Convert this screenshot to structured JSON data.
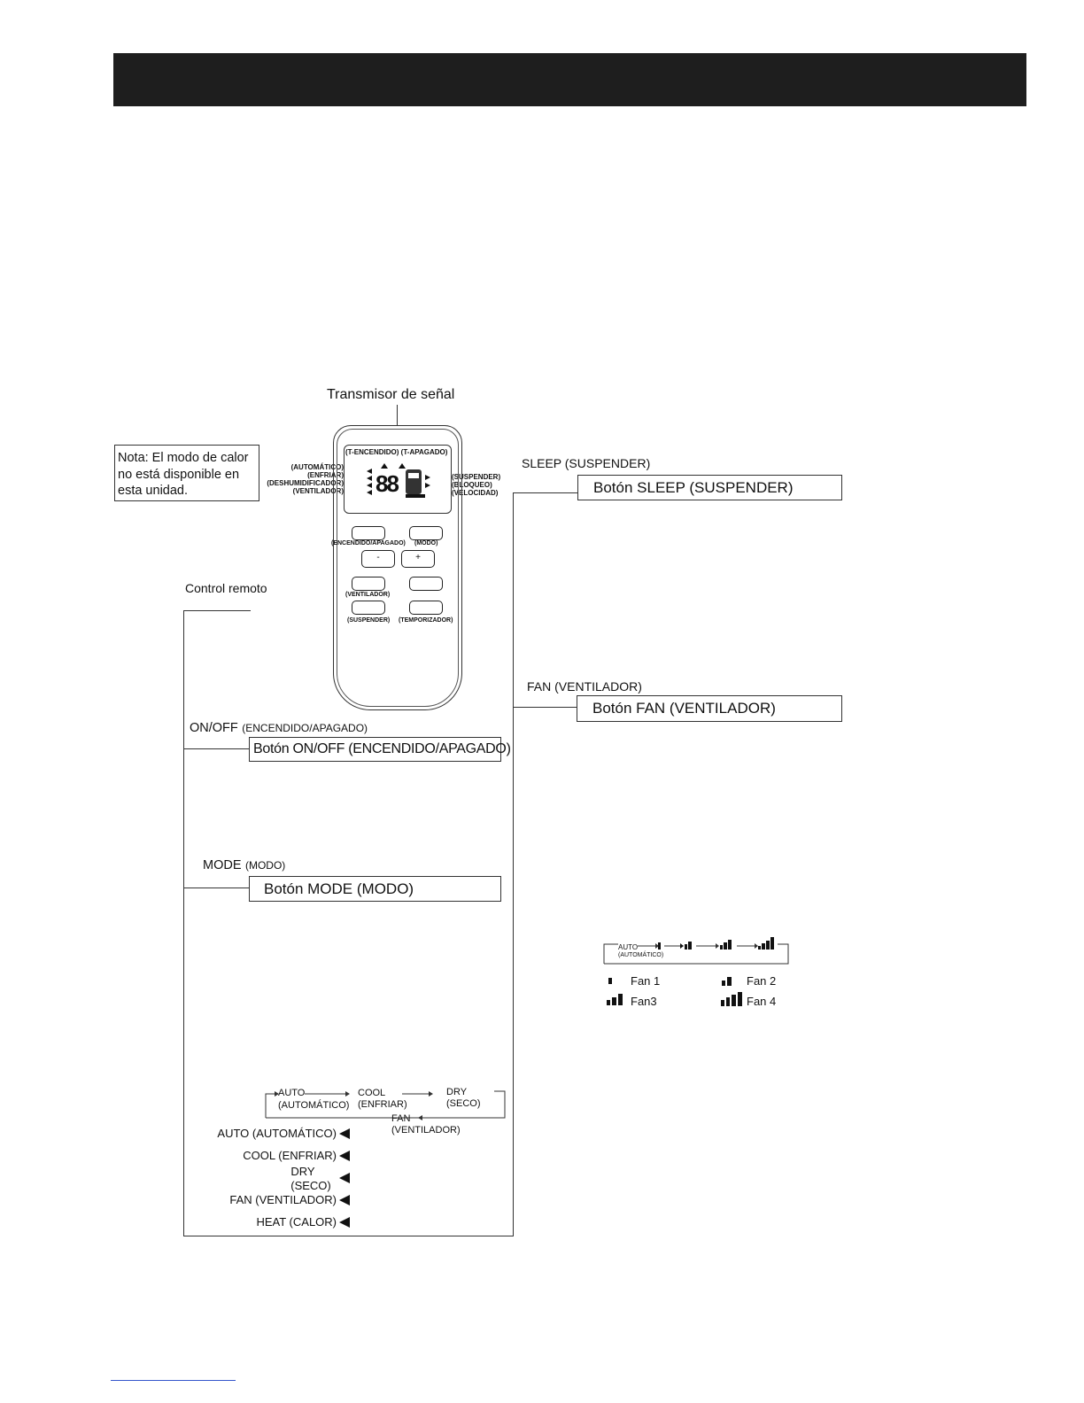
{
  "transmitter_label": "Transmisor de señal",
  "note": [
    "Nota: El modo de calor",
    "no está disponible en",
    "esta unidad."
  ],
  "remote_label": "Control remoto",
  "lcd_top_labels": "(T-ENCENDIDO) (T-APAGADO)",
  "lcd_left_labels": [
    "(AUTOMÁTICO)",
    "(ENFRIAR)",
    "(DESHUMIDIFICADOR)",
    "(VENTILADOR)"
  ],
  "lcd_right_labels": [
    "(SUSPENDER)",
    "(BLOQUEO)",
    "(VELOCIDAD)"
  ],
  "lcd_digits": "88",
  "remote_buttons": {
    "power_caption": "(ENCENDIDO/APAGADO)",
    "mode_caption": "(MODO)",
    "minus": "-",
    "plus": "+",
    "fan_caption": "(VENTILADOR)",
    "sleep_caption": "(SUSPENDER)",
    "timer_caption": "(TEMPORIZADOR)"
  },
  "sleep": {
    "heading": "SLEEP (SUSPENDER)",
    "button": "Botón SLEEP (SUSPENDER)"
  },
  "fan": {
    "heading": "FAN (VENTILADOR)",
    "button": "Botón FAN (VENTILADOR)"
  },
  "onoff": {
    "heading_main": "ON/OFF",
    "heading_sub": "(ENCENDIDO/APAGADO)",
    "button": "Botón ON/OFF (ENCENDIDO/APAGADO)"
  },
  "mode": {
    "heading_main": "MODE",
    "heading_sub": "(MODO)",
    "button": "Botón MODE (MODO)"
  },
  "fan_cycle": {
    "auto": "AUTO",
    "auto_sub": "(AUTOMÁTICO)"
  },
  "fan_legend": [
    "Fan 1",
    "Fan 2",
    "Fan3",
    "Fan 4"
  ],
  "mode_cycle": {
    "auto": "AUTO",
    "auto_sub": "(AUTOMÁTICO)",
    "cool": "COOL",
    "cool_sub": "(ENFRIAR)",
    "dry": "DRY",
    "dry_sub": "(SECO)",
    "fan": "FAN",
    "fan_sub": "(VENTILADOR)"
  },
  "mode_indicators": [
    "AUTO (AUTOMÁTICO)",
    "COOL (ENFRIAR)",
    "DRY",
    "(SECO)",
    "FAN (VENTILADOR)",
    "HEAT (CALOR)"
  ]
}
